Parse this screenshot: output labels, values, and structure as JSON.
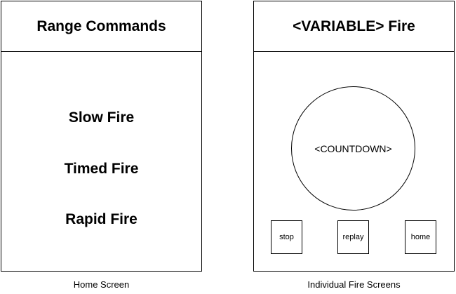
{
  "home_screen": {
    "title": "Range Commands",
    "menu_items": [
      {
        "label": "Slow Fire"
      },
      {
        "label": "Timed Fire"
      },
      {
        "label": "Rapid Fire"
      }
    ],
    "caption": "Home Screen"
  },
  "fire_screen": {
    "title": "<VARIABLE> Fire",
    "countdown": "<COUNTDOWN>",
    "buttons": {
      "stop": "stop",
      "replay": "replay",
      "home": "home"
    },
    "caption": "Individual Fire Screens"
  }
}
